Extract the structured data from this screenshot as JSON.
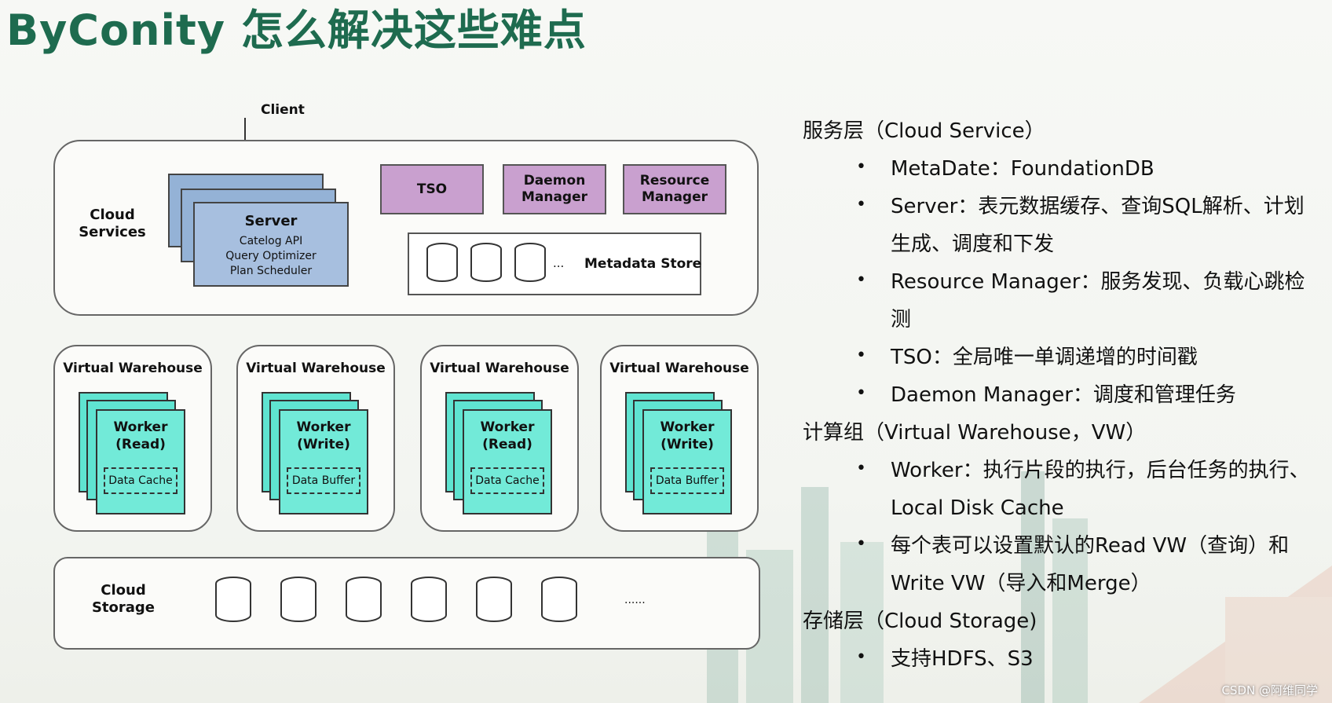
{
  "title": "ByConity 怎么解决这些难点",
  "diagram": {
    "client_label": "Client",
    "cloud_services_label": "Cloud\nServices",
    "server": {
      "title": "Server",
      "lines": [
        "Catelog API",
        "Query Optimizer",
        "Plan Scheduler"
      ]
    },
    "top_boxes": [
      "TSO",
      "Daemon\nManager",
      "Resource\nManager"
    ],
    "metadata_ellipsis": "...",
    "metadata_label": "Metadata Store",
    "warehouses": [
      {
        "title": "Virtual Warehouse",
        "worker": "Worker\n(Read)",
        "cache": "Data Cache"
      },
      {
        "title": "Virtual Warehouse",
        "worker": "Worker\n(Write)",
        "cache": "Data Buffer"
      },
      {
        "title": "Virtual Warehouse",
        "worker": "Worker\n(Read)",
        "cache": "Data Cache"
      },
      {
        "title": "Virtual Warehouse",
        "worker": "Worker\n(Write)",
        "cache": "Data Buffer"
      }
    ],
    "cloud_storage_label": "Cloud\nStorage",
    "storage_ellipsis": "......"
  },
  "description": {
    "h1": "服务层（Cloud Service）",
    "b1": "MetaDate：FoundationDB",
    "b2a": "Server：表元数据缓存、查询SQL解析、计划",
    "b2b": "生成、调度和下发",
    "b3a": "Resource Manager：服务发现、负载心跳检",
    "b3b": "测",
    "b4": "TSO：全局唯一单调递增的时间戳",
    "b5": "Daemon Manager：调度和管理任务",
    "h2": "计算组（Virtual Warehouse，VW）",
    "b6a": "Worker：执行片段的执行，后台任务的执行、",
    "b6b": "Local Disk Cache",
    "b7a": "每个表可以设置默认的Read VW（查询）和",
    "b7b": "Write VW（导入和Merge）",
    "h3": "存储层（Cloud Storage)",
    "b8": "支持HDFS、S3",
    "bullet_char": "•"
  },
  "watermark": "CSDN @阿维同学",
  "colors": {
    "title": "#1e6b4f",
    "purple": "#c9a0cf",
    "server_blue": "#a7bfdf",
    "worker_cyan": "#72ead8"
  }
}
